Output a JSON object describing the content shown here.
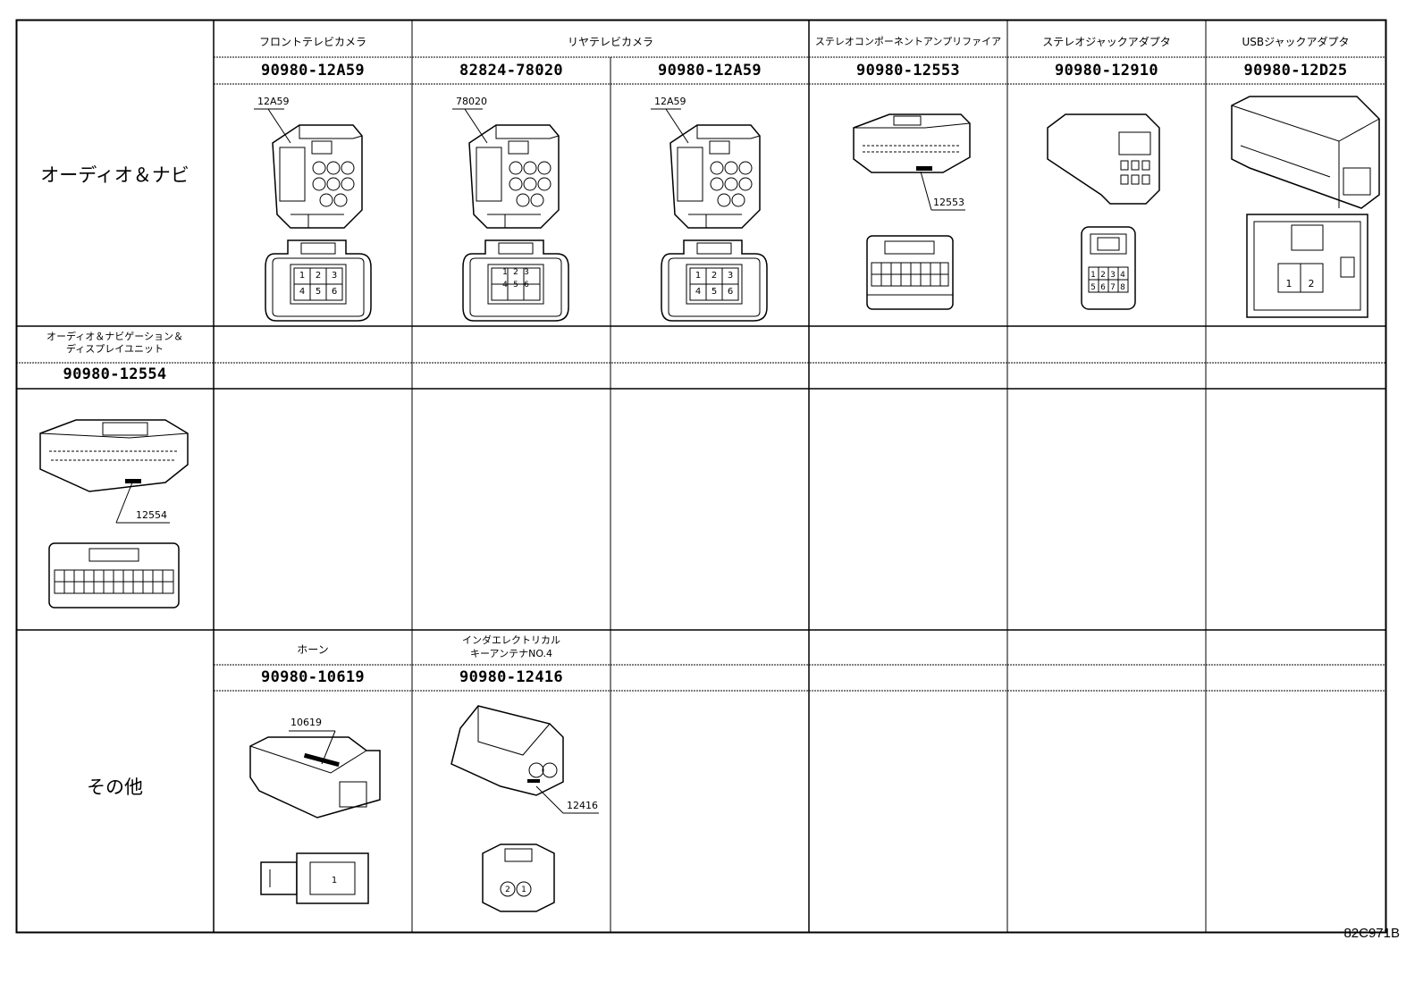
{
  "categories": {
    "audio_navi": "オーディオ＆ナビ",
    "other": "その他"
  },
  "row1": {
    "col_headers": {
      "front_camera": "フロントテレビカメラ",
      "rear_camera": "リヤテレビカメラ",
      "stereo_amp": "ステレオコンポーネントアンプリファイア",
      "stereo_jack": "ステレオジャックアダプタ",
      "usb_jack": "USBジャックアダプタ"
    },
    "parts": [
      "90980-12A59",
      "82824-78020",
      "90980-12A59",
      "90980-12553",
      "90980-12910",
      "90980-12D25"
    ],
    "callouts": [
      "12A59",
      "78020",
      "12A59",
      "12553"
    ],
    "pin_labels": {
      "front_camera": [
        "1",
        "2",
        "3",
        "4",
        "5",
        "6"
      ],
      "rear_78020": [
        "1",
        "2",
        "3",
        "4",
        "5",
        "6"
      ],
      "rear_12A59": [
        "1",
        "2",
        "3",
        "4",
        "5",
        "6"
      ],
      "stereo_jack": [
        "1",
        "2",
        "3",
        "4",
        "5",
        "6",
        "7",
        "8"
      ],
      "usb_jack": [
        "1",
        "2"
      ]
    }
  },
  "row2": {
    "header_line1": "オーディオ＆ナビゲーション＆",
    "header_line2": "ディスプレイユニット",
    "part": "90980-12554",
    "callout": "12554"
  },
  "row3": {
    "horn_header": "ホーン",
    "antenna_header_line1": "インダエレクトリカル",
    "antenna_header_line2": "キーアンテナNO.4",
    "parts": [
      "90980-10619",
      "90980-12416"
    ],
    "callouts": [
      "10619",
      "12416"
    ],
    "pin_labels": {
      "horn": [
        "1"
      ],
      "antenna": [
        "2",
        "1"
      ]
    }
  },
  "drawing_code": "82C971B"
}
